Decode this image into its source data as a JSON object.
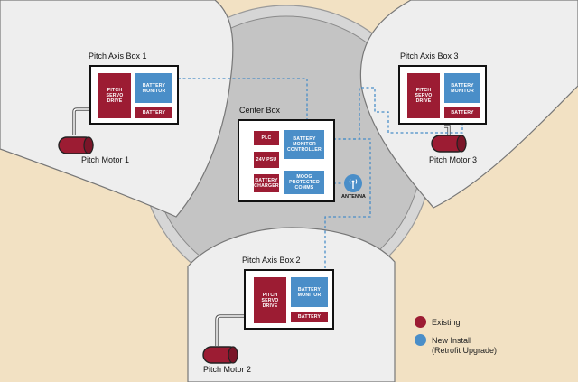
{
  "colors": {
    "background": "#f2e1c3",
    "existing": "#9c1c33",
    "new_install": "#4a8ec8",
    "hub_outer": "#d6d6d6",
    "hub_inner": "#c4c4c4",
    "blade": "#eeeeee",
    "connection_line": "#4a8ec8"
  },
  "boxes": {
    "pitch1": {
      "title": "Pitch Axis Box 1",
      "servo": "PITCH SERVO DRIVE",
      "monitor": "BATTERY MONITOR",
      "battery": "BATTERY",
      "motor": "Pitch Motor 1"
    },
    "pitch2": {
      "title": "Pitch Axis Box 2",
      "servo": "PITCH SERVO DRIVE",
      "monitor": "BATTERY MONITOR",
      "battery": "BATTERY",
      "motor": "Pitch Motor 2"
    },
    "pitch3": {
      "title": "Pitch Axis Box 3",
      "servo": "PITCH SERVO DRIVE",
      "monitor": "BATTERY MONITOR",
      "battery": "BATTERY",
      "motor": "Pitch Motor 3"
    },
    "center": {
      "title": "Center Box",
      "plc": "PLC",
      "psu": "24V PSU",
      "charger": "BATTERY CHARGER",
      "controller": "BATTERY MONITOR CONTROLLER",
      "comms": "MOOG PROTECTED COMMS",
      "antenna": "ANTENNA"
    }
  },
  "legend": {
    "existing": "Existing",
    "new_install_line1": "New Install",
    "new_install_line2": "(Retrofit Upgrade)"
  }
}
